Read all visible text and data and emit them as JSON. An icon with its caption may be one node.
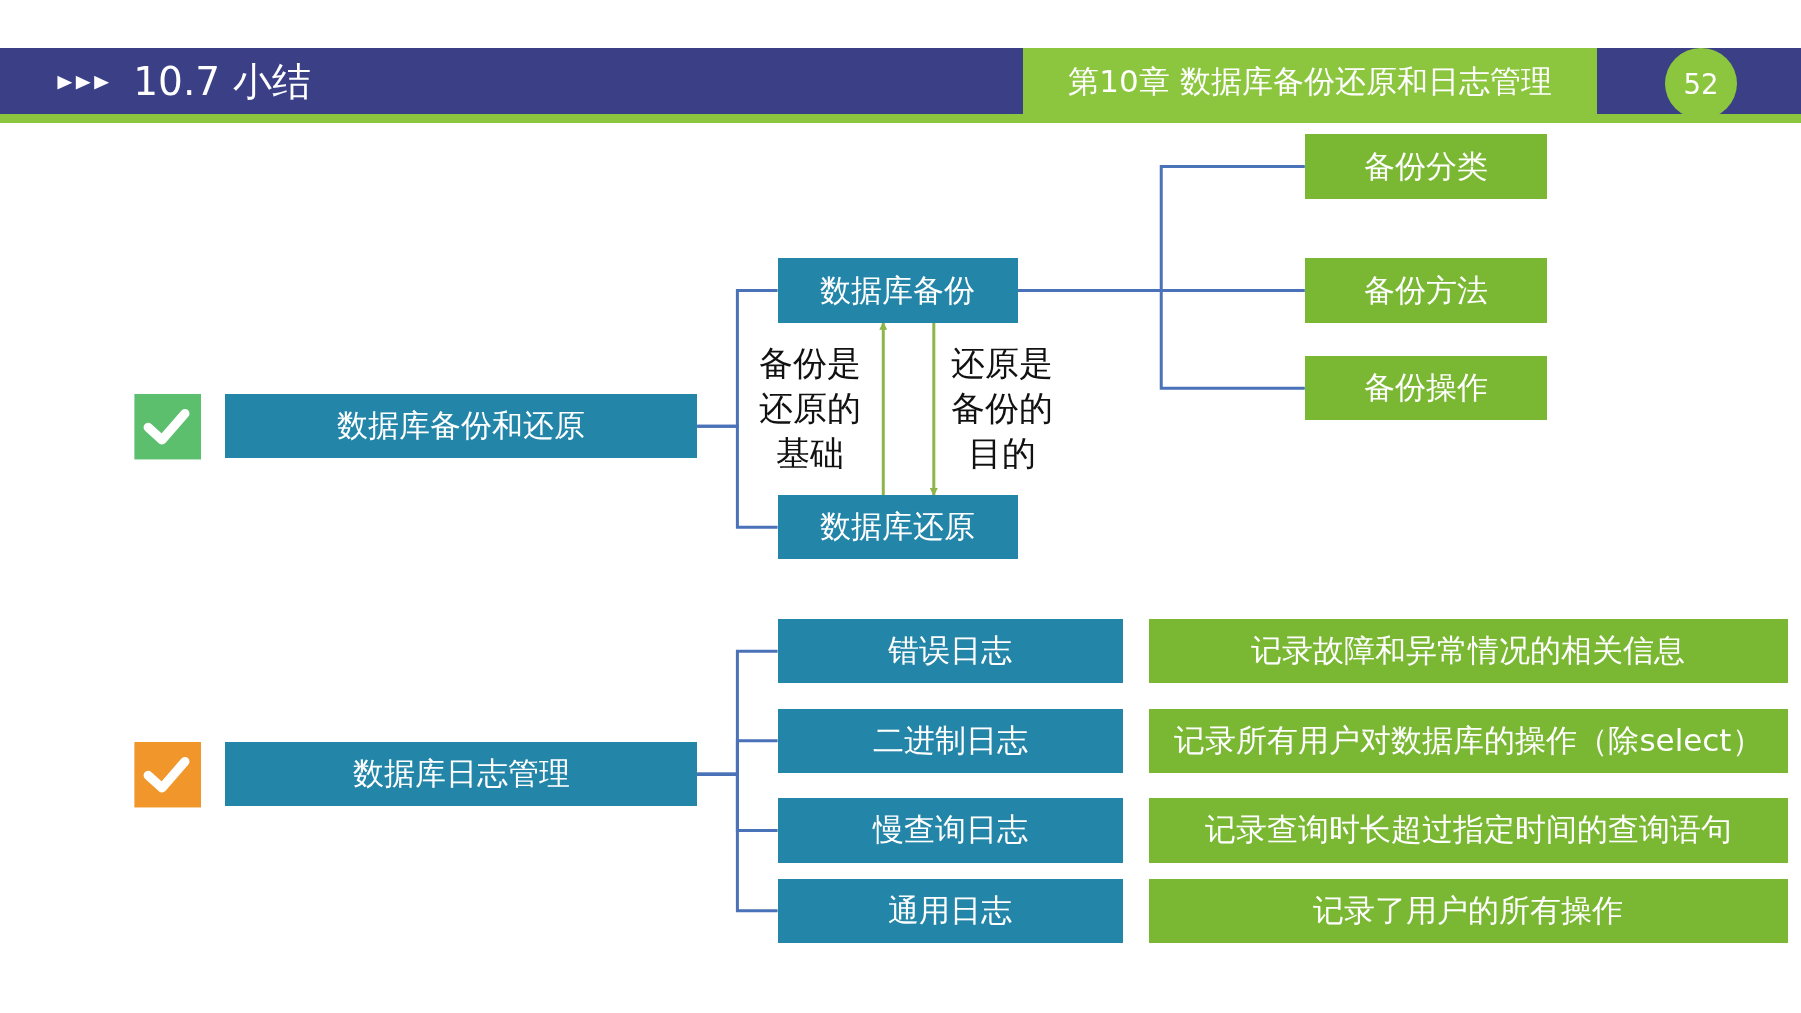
{
  "diagram": {
    "title": "10.7 小结",
    "nodes": [
      {
        "text": [
          "数据库备份和还原"
        ]
      },
      {
        "text": [
          "数据库备份"
        ]
      },
      {
        "text": [
          "数据库还原"
        ]
      },
      {
        "text": [
          "备份分类"
        ]
      },
      {
        "text": [
          "备份方法"
        ]
      },
      {
        "text": [
          "备份操作"
        ]
      },
      {
        "text": [
          "数据库日志管理"
        ]
      },
      {
        "text": [
          "错误日志"
        ]
      },
      {
        "text": [
          "记录故障和异常情况的相关信息"
        ]
      },
      {
        "text": [
          "二进制日志"
        ]
      },
      {
        "text": [
          "记录所有用户对数据库的操作（除select）"
        ]
      },
      {
        "text": [
          "慢查询日志"
        ]
      },
      {
        "text": [
          "记录查询时长超过指定时间的查询语句"
        ]
      },
      {
        "text": [
          "通用日志"
        ]
      },
      {
        "text": [
          "记录了用户的所有操作"
        ]
      }
    ],
    "edges": [
      {
        "from": 0,
        "to": 1,
        "arrow": "none"
      },
      {
        "from": 0,
        "to": 2,
        "arrow": "none"
      },
      {
        "from": 1,
        "to": 3,
        "arrow": "none"
      },
      {
        "from": 1,
        "to": 4,
        "arrow": "none"
      },
      {
        "from": 1,
        "to": 5,
        "arrow": "none"
      },
      {
        "from": 2,
        "to": 1,
        "arrow": "to",
        "label": "备份是还原的基础",
        "color": "#8db54a"
      },
      {
        "from": 1,
        "to": 2,
        "arrow": "to",
        "label": "还原是备份的目的",
        "color": "#8db54a"
      },
      {
        "from": 6,
        "to": 7,
        "arrow": "none"
      },
      {
        "from": 6,
        "to": 9,
        "arrow": "none"
      },
      {
        "from": 6,
        "to": 11,
        "arrow": "none"
      },
      {
        "from": 6,
        "to": 13,
        "arrow": "none"
      }
    ],
    "labels": [
      "第10章 数据库备份还原和日志管理",
      "52"
    ]
  }
}
